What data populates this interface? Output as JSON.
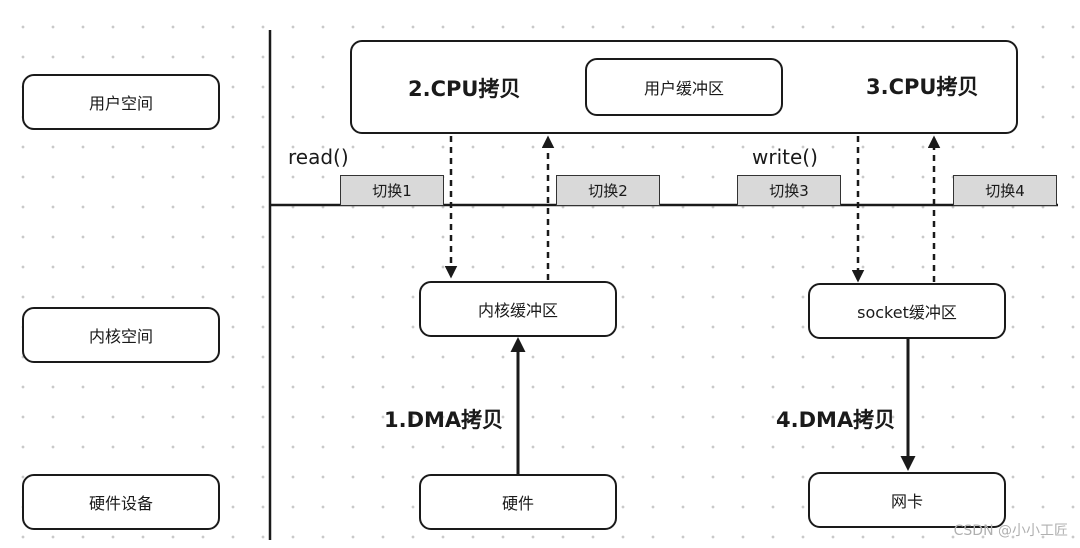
{
  "regions": {
    "user_space": "用户空间",
    "kernel_space": "内核空间",
    "hardware_device": "硬件设备"
  },
  "boxes": {
    "user_buffer": "用户缓冲区",
    "kernel_buffer": "内核缓冲区",
    "socket_buffer": "socket缓冲区",
    "hardware": "硬件",
    "nic": "网卡"
  },
  "copies": {
    "dma_1": "1.DMA拷贝",
    "cpu_2": "2.CPU拷贝",
    "cpu_3": "3.CPU拷贝",
    "dma_4": "4.DMA拷贝"
  },
  "calls": {
    "read": "read()",
    "write": "write()"
  },
  "switches": [
    "切换1",
    "切换2",
    "切换3",
    "切换4"
  ],
  "watermark": "CSDN @小小工匠"
}
